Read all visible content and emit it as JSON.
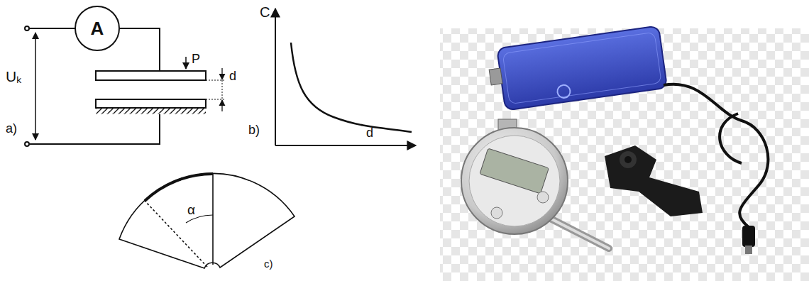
{
  "diagram": {
    "nodes": [
      {
        "text": [
          "A"
        ]
      }
    ],
    "edges": [],
    "labels": [
      "Uₖ",
      "a)",
      "P",
      "d",
      "C",
      "b)",
      "d",
      "α",
      "c)"
    ]
  }
}
